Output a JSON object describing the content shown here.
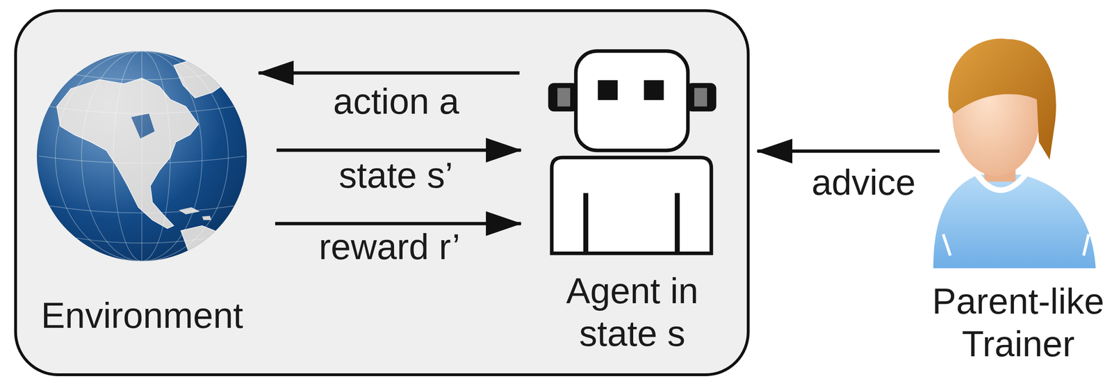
{
  "diagram": {
    "nodes": [
      {
        "text": [
          "Environment"
        ]
      },
      {
        "text": [
          "Agent in state s"
        ]
      },
      {
        "text": [
          "Parent-like Trainer"
        ]
      }
    ],
    "edges": [
      {
        "from": 1,
        "to": 0,
        "arrow": "to",
        "label": "action a"
      },
      {
        "from": 0,
        "to": 1,
        "arrow": "to",
        "label": "state s’"
      },
      {
        "from": 0,
        "to": 1,
        "arrow": "to",
        "label": "reward r’"
      },
      {
        "from": 2,
        "to": 1,
        "arrow": "to",
        "label": "advice"
      }
    ]
  }
}
